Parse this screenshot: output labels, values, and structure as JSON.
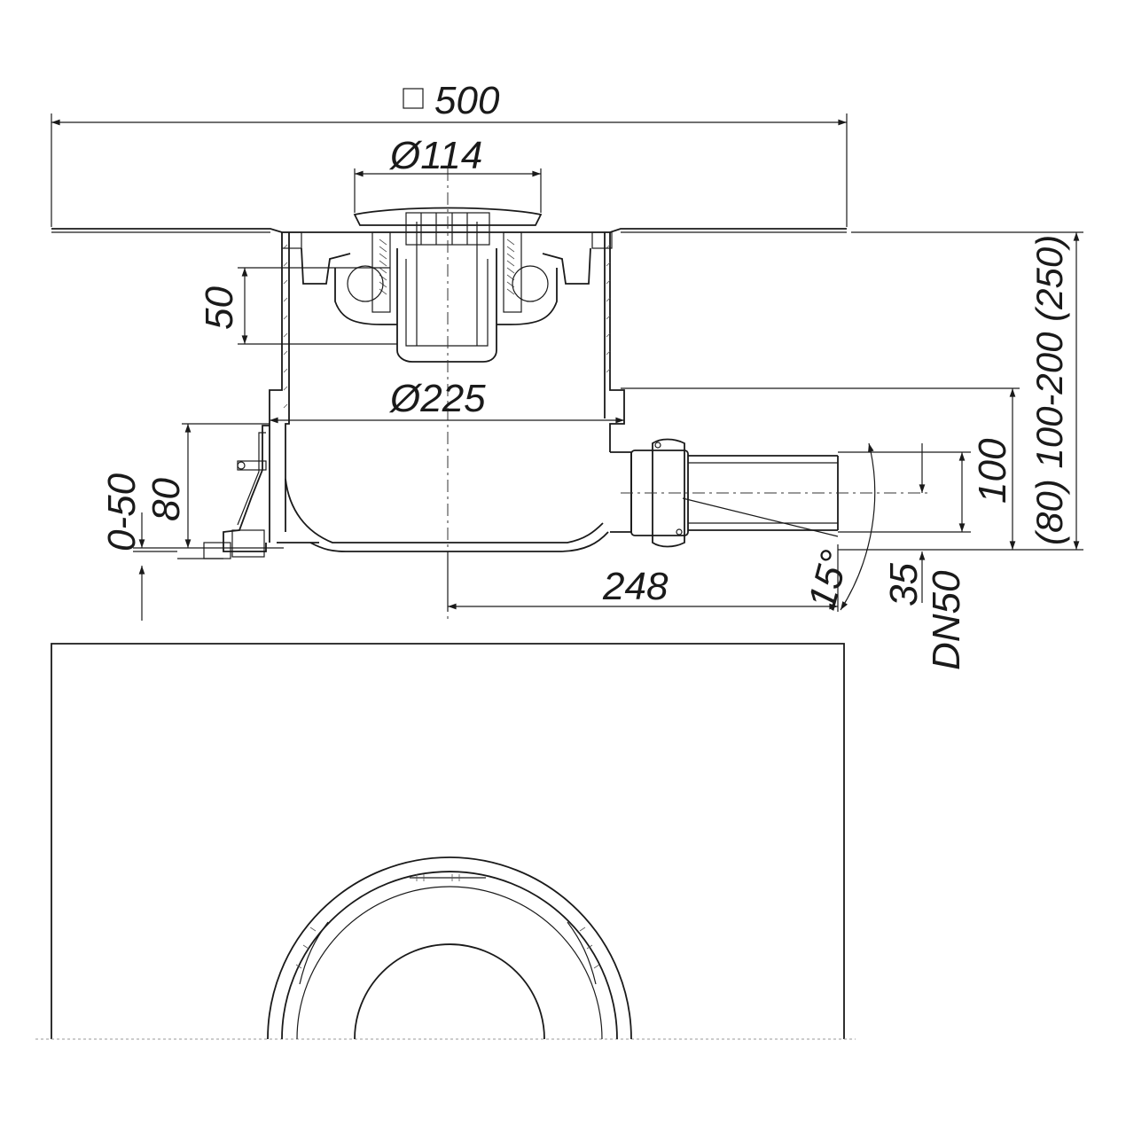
{
  "dimensions": {
    "square_symbol": "□",
    "width": "500",
    "diameter_grate": "Ø114",
    "height_trap": "50",
    "diameter_body": "Ø225",
    "height_80": "80",
    "range_0_50": "0-50",
    "outlet_height": "100",
    "overall_height": "(80) 100-200 (250)",
    "offset": "248",
    "angle": "15°",
    "invert": "35",
    "pipe": "DN50"
  },
  "colors": {
    "ink": "#1a1a1a",
    "background": "#ffffff"
  }
}
